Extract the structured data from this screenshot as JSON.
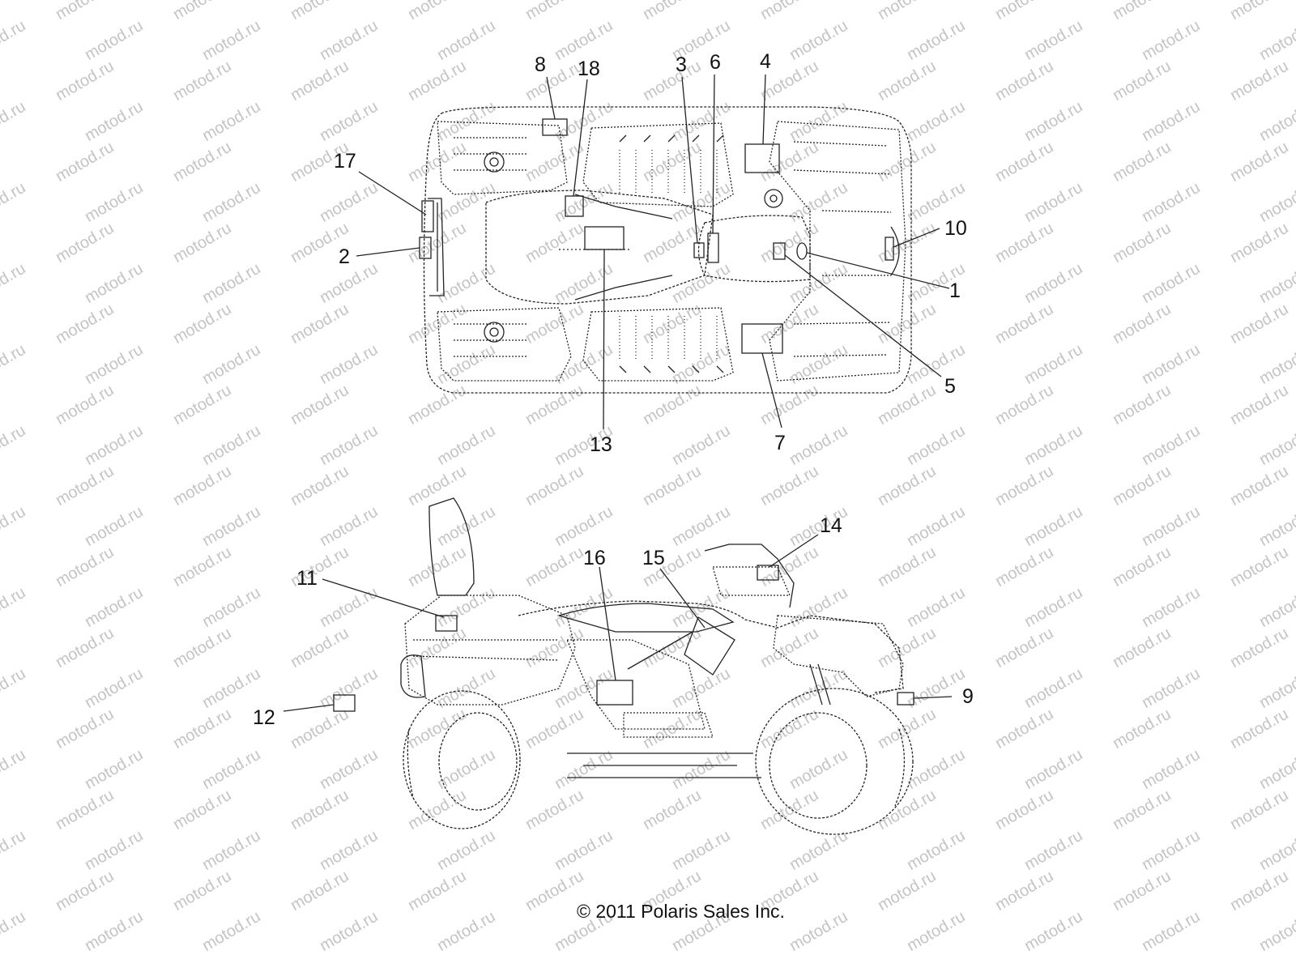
{
  "watermark_text": "motod.ru",
  "copyright": "© 2011 Polaris Sales Inc.",
  "top_view": {
    "callouts": [
      "8",
      "18",
      "3",
      "6",
      "4",
      "17",
      "2",
      "10",
      "1",
      "5",
      "13",
      "7"
    ]
  },
  "side_view": {
    "callouts": [
      "14",
      "16",
      "15",
      "11",
      "9",
      "12"
    ]
  },
  "colors": {
    "line": "#222222",
    "watermark": "#c4c4c4",
    "background": "#ffffff"
  }
}
